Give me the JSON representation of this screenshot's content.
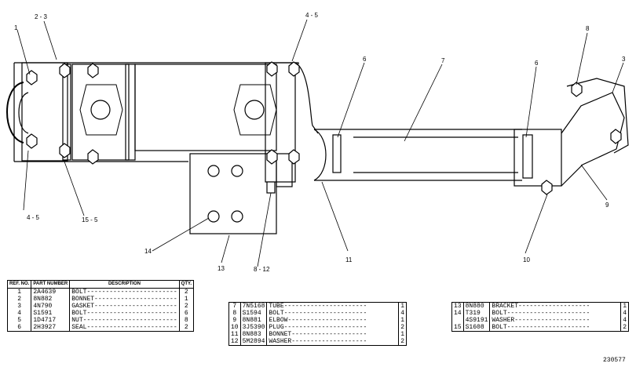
{
  "callouts": {
    "c1": "1",
    "c2_3": "2 - 3",
    "c4_5_top": "4 - 5",
    "c6a": "6",
    "c7": "7",
    "c6b": "6",
    "c8": "8",
    "c3": "3",
    "c4_5_left": "4 - 5",
    "c15_5": "15 - 5",
    "c14": "14",
    "c13": "13",
    "c8_12": "8 - 12",
    "c11": "11",
    "c10": "10",
    "c9": "9"
  },
  "table1": {
    "headers": {
      "ref": "REF. NO.",
      "part": "PART NUMBER",
      "description": "DESCRIPTION",
      "qty": "QTY."
    },
    "rows": [
      {
        "ref": "1",
        "part": "2A4639",
        "desc": "BOLT------------------------",
        "qty": "2"
      },
      {
        "ref": "2",
        "part": "8N882",
        "desc": "BONNET----------------------",
        "qty": "1"
      },
      {
        "ref": "3",
        "part": "4N790",
        "desc": "GASKET----------------------",
        "qty": "2"
      },
      {
        "ref": "4",
        "part": "S1591",
        "desc": "BOLT------------------------",
        "qty": "6"
      },
      {
        "ref": "5",
        "part": "1D4717",
        "desc": "NUT-------------------------",
        "qty": "8"
      },
      {
        "ref": "6",
        "part": "2H3927",
        "desc": "SEAL------------------------",
        "qty": "2"
      }
    ]
  },
  "table2": {
    "rows": [
      {
        "ref": "7",
        "part": "7N5168",
        "desc": "TUBE----------------------",
        "qty": "1"
      },
      {
        "ref": "8",
        "part": "S1594",
        "desc": "BOLT----------------------",
        "qty": "4"
      },
      {
        "ref": "9",
        "part": "8N881",
        "desc": "ELBOW---------------------",
        "qty": "1"
      },
      {
        "ref": "10",
        "part": "3J5390",
        "desc": "PLUG----------------------",
        "qty": "2"
      },
      {
        "ref": "11",
        "part": "8N883",
        "desc": "BONNET--------------------",
        "qty": "1"
      },
      {
        "ref": "12",
        "part": "5M2894",
        "desc": "WASHER--------------------",
        "qty": "2"
      }
    ]
  },
  "table3": {
    "rows": [
      {
        "ref": "13",
        "part": "8N880",
        "desc": "BRACKET-------------------",
        "qty": "1"
      },
      {
        "ref": "14",
        "part": "T319",
        "desc": "BOLT----------------------",
        "qty": "4"
      },
      {
        "ref": "",
        "part": "4S9191",
        "desc": "WASHER--------------------",
        "qty": "4"
      },
      {
        "ref": "15",
        "part": "S1608",
        "desc": "BOLT----------------------",
        "qty": "2"
      }
    ]
  },
  "figure_id": "230577"
}
